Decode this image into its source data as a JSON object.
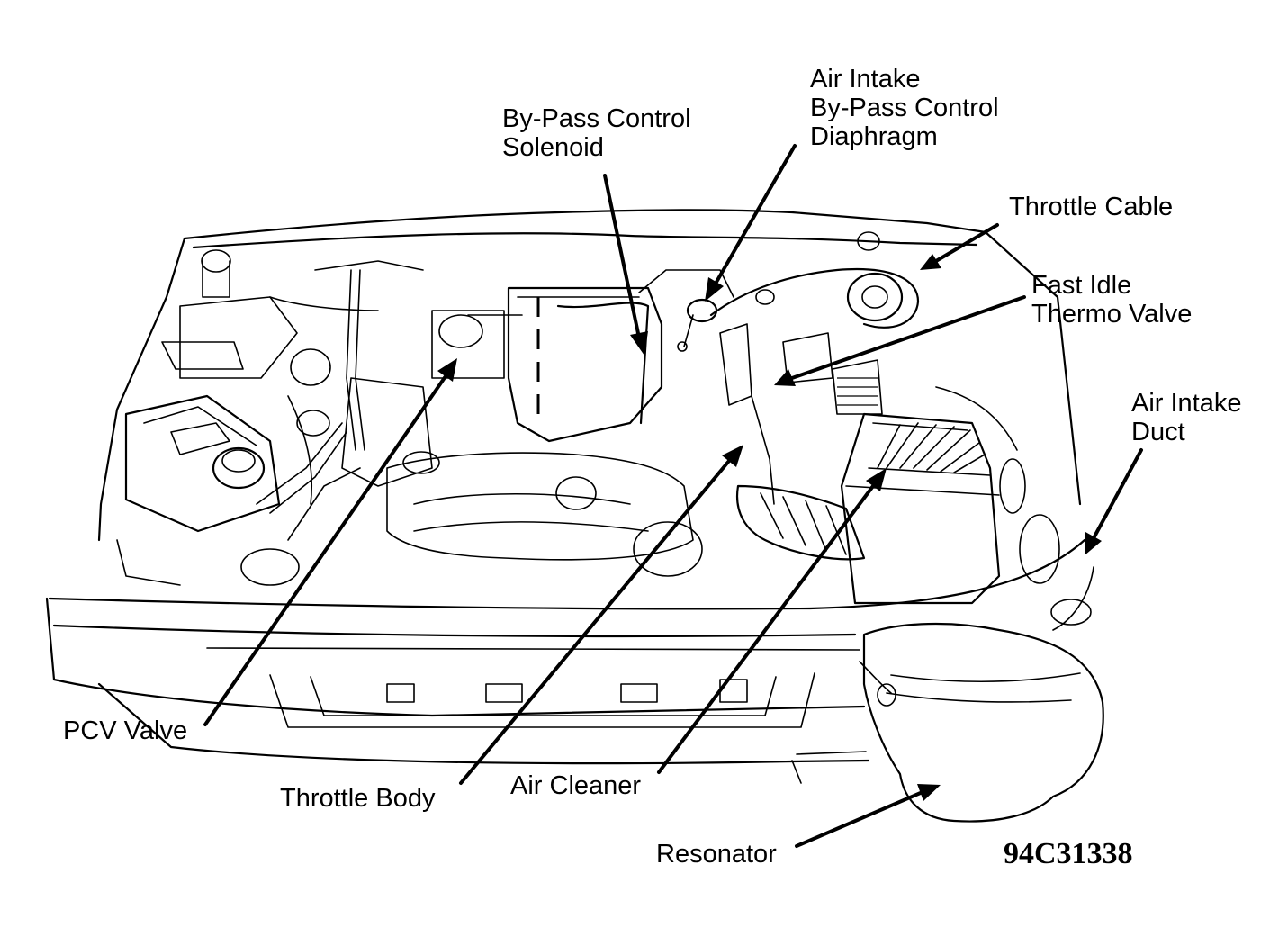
{
  "labels": {
    "bypass_solenoid": [
      "By-Pass Control",
      "Solenoid"
    ],
    "air_intake_diaphragm": [
      "Air Intake",
      "By-Pass Control",
      "Diaphragm"
    ],
    "throttle_cable": [
      "Throttle Cable"
    ],
    "fast_idle": [
      "Fast Idle",
      "Thermo Valve"
    ],
    "air_intake_duct": [
      "Air Intake",
      "Duct"
    ],
    "pcv_valve": [
      "PCV Valve"
    ],
    "throttle_body": [
      "Throttle Body"
    ],
    "air_cleaner": [
      "Air Cleaner"
    ],
    "resonator": [
      "Resonator"
    ]
  },
  "figure_code": "94C31338",
  "colors": {
    "ink": "#000000",
    "paper": "#ffffff"
  }
}
